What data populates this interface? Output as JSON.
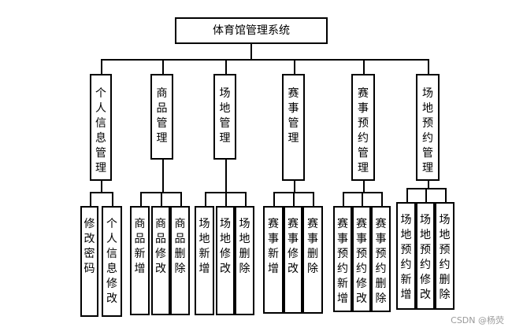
{
  "title": "体育馆管理系统",
  "modules": [
    {
      "label": "个人信息管理",
      "children": [
        "修改密码",
        "个人信息修改"
      ]
    },
    {
      "label": "商品管理",
      "children": [
        "商品新增",
        "商品修改",
        "商品删除"
      ]
    },
    {
      "label": "场地管理",
      "children": [
        "场地新增",
        "场地修改",
        "场地删除"
      ]
    },
    {
      "label": "赛事管理",
      "children": [
        "赛事新增",
        "赛事修改",
        "赛事删除"
      ]
    },
    {
      "label": "赛事预约管理",
      "children": [
        "赛事预约新增",
        "赛事预约修改",
        "赛事预约删除"
      ]
    },
    {
      "label": "场地预约管理",
      "children": [
        "场地预约新增",
        "场地预约修改",
        "场地预约删除"
      ]
    }
  ],
  "watermark": "CSDN @杨荧"
}
